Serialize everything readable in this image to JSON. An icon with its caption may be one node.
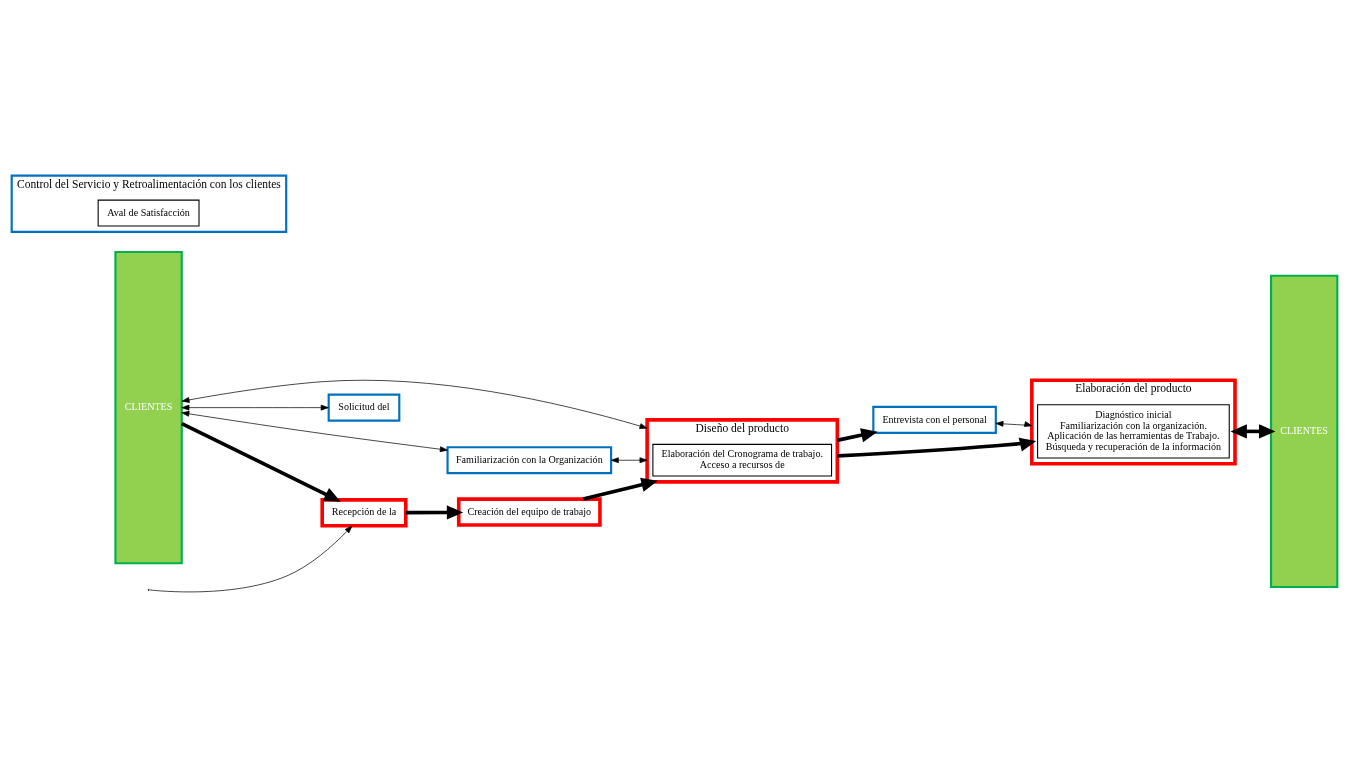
{
  "diagram": {
    "nodes": [
      {
        "text": [
          "CLIENTES"
        ]
      },
      {
        "text": [
          "Solicitud del"
        ]
      },
      {
        "text": [
          "Familiarización con la Organización"
        ]
      },
      {
        "text": [
          "Entrevista con el personal"
        ]
      },
      {
        "text": [
          "Control del Servicio y Retroalimentación con los clientes"
        ]
      },
      {
        "text": [
          "Aval de Satisfacción"
        ],
        "in": 4
      },
      {
        "text": [
          "Recepción de la"
        ]
      },
      {
        "text": [
          "Creación del equipo de trabajo"
        ]
      },
      {
        "text": [
          "Diseño del producto"
        ]
      },
      {
        "text": [
          "Elaboración del Cronograma de trabajo.",
          "Acceso a recursos de"
        ],
        "in": 8
      },
      {
        "text": [
          "Elaboración del producto"
        ]
      },
      {
        "text": [
          "Diagnóstico inicial",
          "Familiarización con la organización.",
          "Aplicación de las herramientas de Trabajo.",
          "Búsqueda y recuperación de la información"
        ],
        "in": 10
      },
      {
        "text": [
          "CLIENTES"
        ]
      }
    ],
    "edges": [
      {
        "from": 0,
        "to": 1,
        "arrow": "both"
      },
      {
        "from": 0,
        "to": 2,
        "arrow": "both"
      },
      {
        "from": null,
        "to": 6,
        "arrow": "to"
      },
      {
        "from": 0,
        "to": 6,
        "arrow": "to",
        "style": "thick"
      },
      {
        "from": 6,
        "to": 7,
        "arrow": "to",
        "style": "thick"
      },
      {
        "from": 7,
        "to": 8,
        "arrow": "to",
        "style": "thick"
      },
      {
        "from": 2,
        "to": 8,
        "arrow": "both"
      },
      {
        "from": 8,
        "to": 3,
        "arrow": "to",
        "style": "thick"
      },
      {
        "from": 3,
        "to": 10,
        "arrow": "both"
      },
      {
        "from": 8,
        "to": 10,
        "arrow": "to",
        "style": "thick"
      },
      {
        "from": 10,
        "to": 12,
        "arrow": "both",
        "style": "thick"
      },
      {
        "from": 0,
        "to": 8,
        "arrow": "both"
      }
    ]
  }
}
